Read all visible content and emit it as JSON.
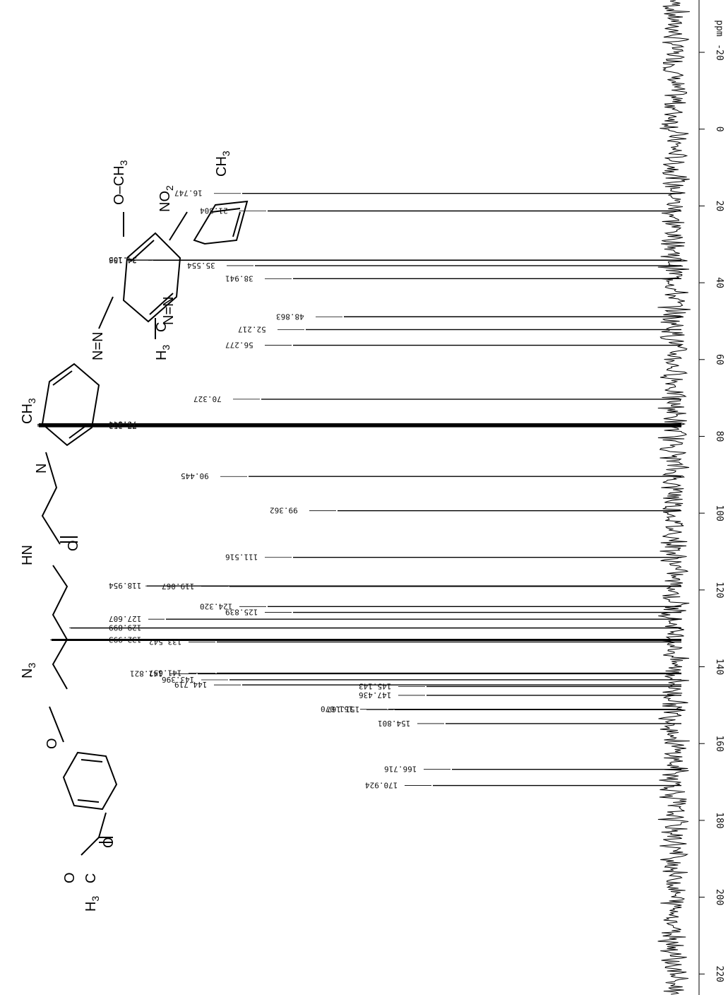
{
  "chart_data": {
    "type": "line",
    "title": "",
    "xlabel": "ppm",
    "ylabel": "",
    "orientation": "rotated-90",
    "x_reversed": false,
    "xlim": [
      -27,
      224
    ],
    "x_ticks": [
      -20,
      0,
      20,
      40,
      60,
      80,
      100,
      120,
      140,
      160,
      180,
      200,
      220
    ],
    "x_tick_labels": [
      "-20",
      "0",
      "20",
      "40",
      "60",
      "80",
      "100",
      "120",
      "140",
      "160",
      "180",
      "200",
      "220"
    ],
    "grid": false,
    "legend": "none",
    "series": [
      {
        "peaks": [
          {
            "ppm": 16.747,
            "label": "16.747",
            "height": 0.68
          },
          {
            "ppm": 21.304,
            "label": "21.304",
            "height": 0.64
          },
          {
            "ppm": 34.103,
            "label": "34.103",
            "height": 0.86
          },
          {
            "ppm": 34.156,
            "label": "34.156",
            "height": 0.82
          },
          {
            "ppm": 35.554,
            "label": "35.554",
            "height": 0.66
          },
          {
            "ppm": 38.941,
            "label": "38.941",
            "height": 0.6
          },
          {
            "ppm": 48.863,
            "label": "48.863",
            "height": 0.52
          },
          {
            "ppm": 52.217,
            "label": "52.217",
            "height": 0.58
          },
          {
            "ppm": 56.277,
            "label": "56.277",
            "height": 0.6
          },
          {
            "ppm": 70.327,
            "label": "70.327",
            "height": 0.65
          },
          {
            "ppm": 76.844,
            "label": "76.844",
            "height": 1.0
          },
          {
            "ppm": 77.1,
            "label": "77.100",
            "height": 1.0
          },
          {
            "ppm": 77.352,
            "label": "77.352",
            "height": 1.0
          },
          {
            "ppm": 90.445,
            "label": "90.445",
            "height": 0.67
          },
          {
            "ppm": 99.362,
            "label": "99.362",
            "height": 0.53
          },
          {
            "ppm": 111.516,
            "label": "111.516",
            "height": 0.6
          },
          {
            "ppm": 118.954,
            "label": "118.954",
            "height": 0.83
          },
          {
            "ppm": 119.067,
            "label": "119.067",
            "height": 0.7
          },
          {
            "ppm": 124.32,
            "label": "124.320",
            "height": 0.64
          },
          {
            "ppm": 125.839,
            "label": "125.839",
            "height": 0.6
          },
          {
            "ppm": 127.607,
            "label": "127.607",
            "height": 0.8
          },
          {
            "ppm": 129.899,
            "label": "129.899",
            "height": 0.95
          },
          {
            "ppm": 132.993,
            "label": "132.993",
            "height": 0.98
          },
          {
            "ppm": 133.542,
            "label": "133.542",
            "height": 0.72
          },
          {
            "ppm": 141.657,
            "label": "141.657",
            "height": 0.72
          },
          {
            "ppm": 141.821,
            "label": "141.821",
            "height": 0.75
          },
          {
            "ppm": 143.396,
            "label": "143.396",
            "height": 0.7
          },
          {
            "ppm": 144.719,
            "label": "144.719",
            "height": 0.68
          },
          {
            "ppm": 145.143,
            "label": "145.143",
            "height": 0.39
          },
          {
            "ppm": 147.436,
            "label": "147.436",
            "height": 0.39
          },
          {
            "ppm": 151.07,
            "label": "151.070",
            "height": 0.45
          },
          {
            "ppm": 151.167,
            "label": "151.167",
            "height": 0.44
          },
          {
            "ppm": 154.801,
            "label": "154.801",
            "height": 0.36
          },
          {
            "ppm": 166.716,
            "label": "166.716",
            "height": 0.35
          },
          {
            "ppm": 170.924,
            "label": "170.924",
            "height": 0.38
          }
        ]
      }
    ]
  },
  "molecule": {
    "labels": {
      "ch3_top": "CH",
      "ch3_top_sub": "3",
      "no2": "NO",
      "no2_sub": "2",
      "och3": "O–CH",
      "och3_sub": "3",
      "azo_1": "N=N",
      "azo_2": "N=N",
      "h3c_ring": "H",
      "h3c_ring_sub": "3",
      "h3c_ring_c": "C",
      "n_methyl": "N",
      "ch3_n": "CH",
      "ch3_n_sub": "3",
      "amide_o": "O",
      "nh": "HN",
      "azide": "N",
      "azide_sub": "3",
      "ether_o": "O",
      "ester_o1": "O",
      "ester_o2": "O",
      "ester_h3c": "H",
      "ester_h3c_sub": "3",
      "ester_h3c_c": "C"
    }
  }
}
